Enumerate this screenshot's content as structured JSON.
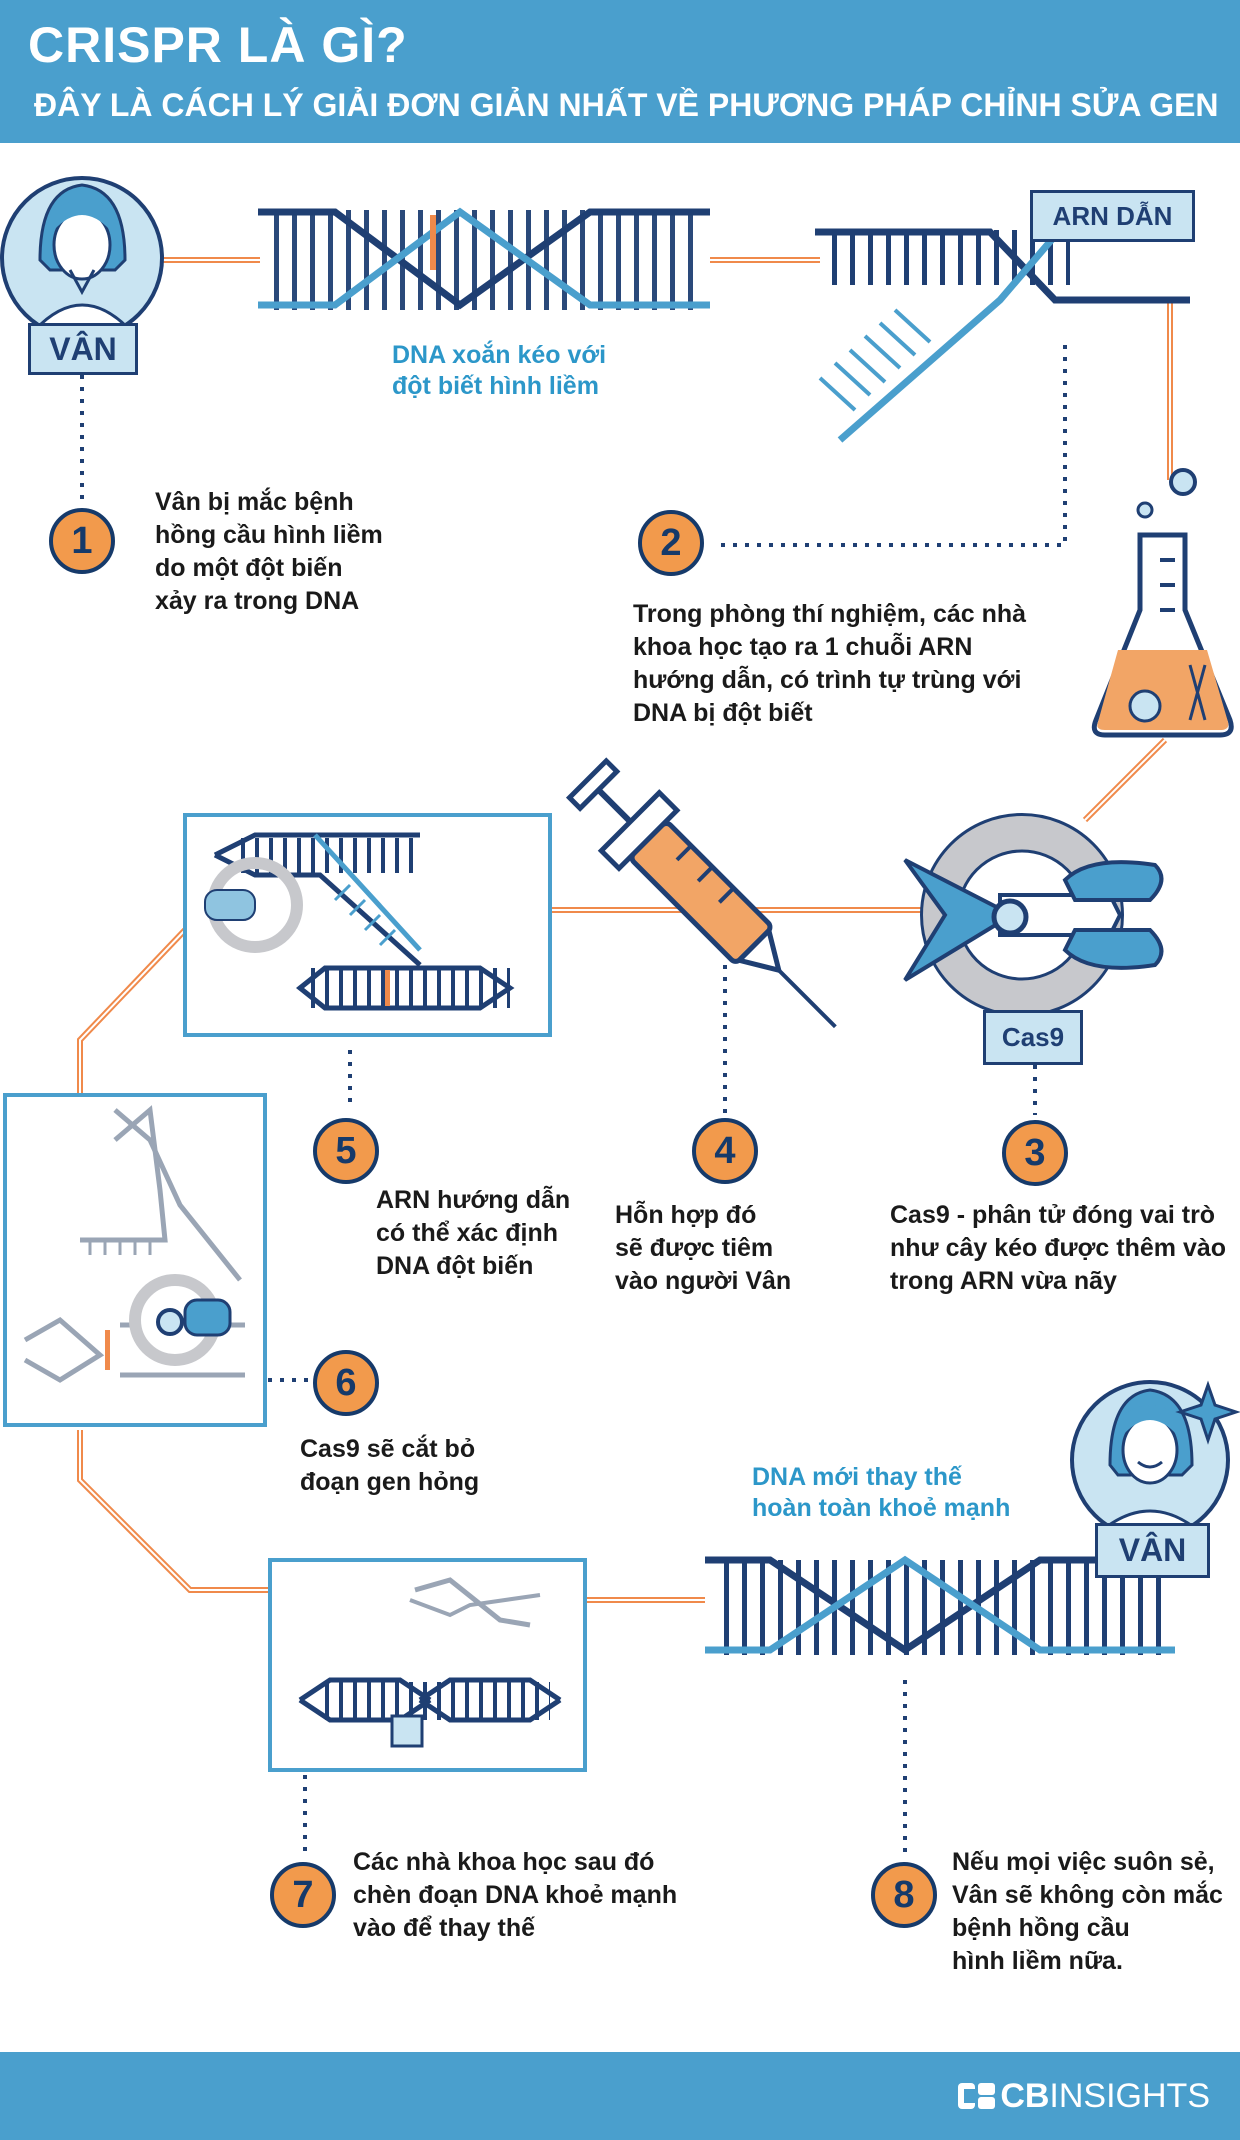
{
  "header": {
    "title": "CRISPR LÀ GÌ?",
    "subtitle": "ĐÂY LÀ CÁCH LÝ GIẢI ĐƠN GIẢN NHẤT VỀ PHƯƠNG PHÁP CHỈNH SỬA GEN"
  },
  "person": {
    "name_top": "VÂN",
    "name_bottom": "VÂN"
  },
  "labels": {
    "guide_rna": "ARN DẪN",
    "cas9": "Cas9",
    "dna_mutation_caption": [
      "DNA xoắn kéo với",
      "đột biết hình liềm"
    ],
    "dna_healthy_caption": [
      "DNA mới thay thế",
      "hoàn toàn khoẻ mạnh"
    ]
  },
  "steps": [
    {
      "num": "1",
      "lines": [
        "Vân bị mắc bệnh",
        "hồng cầu hình liềm",
        "do một đột biến",
        "xảy ra trong DNA"
      ]
    },
    {
      "num": "2",
      "lines": [
        "Trong phòng thí nghiệm, các nhà",
        "khoa học tạo ra 1 chuỗi ARN",
        "hướng dẫn, có trình tự trùng với",
        "DNA bị đột biết"
      ]
    },
    {
      "num": "3",
      "lines": [
        "Cas9 - phân tử đóng vai trò",
        "như cây kéo được thêm vào",
        "trong ARN vừa nãy"
      ]
    },
    {
      "num": "4",
      "lines": [
        "Hỗn hợp đó",
        "sẽ được tiêm",
        "vào người Vân"
      ]
    },
    {
      "num": "5",
      "lines": [
        "ARN hướng dẫn",
        "có thể xác định",
        "DNA đột biến"
      ]
    },
    {
      "num": "6",
      "lines": [
        "Cas9 sẽ cắt bỏ",
        "đoạn gen hỏng"
      ]
    },
    {
      "num": "7",
      "lines": [
        "Các nhà khoa học sau đó",
        "chèn đoạn DNA khoẻ mạnh",
        "vào để thay thế"
      ]
    },
    {
      "num": "8",
      "lines": [
        "Nếu mọi việc suôn sẻ,",
        "Vân sẽ không còn mắc",
        "bệnh hồng cầu",
        "hình liềm nữa."
      ]
    }
  ],
  "footer": {
    "brand_bold": "CB",
    "brand_light": "INSIGHTS"
  },
  "colors": {
    "accent_blue": "#4a9fcd",
    "navy": "#1f3f73",
    "orange": "#f08a4b",
    "light_blue": "#c9e4f2"
  },
  "icons": [
    "woman-avatar-icon",
    "dna-helix-icon",
    "flask-icon",
    "cas9-scissors-icon",
    "syringe-icon",
    "sparkle-icon",
    "cbinsights-logo-icon"
  ]
}
